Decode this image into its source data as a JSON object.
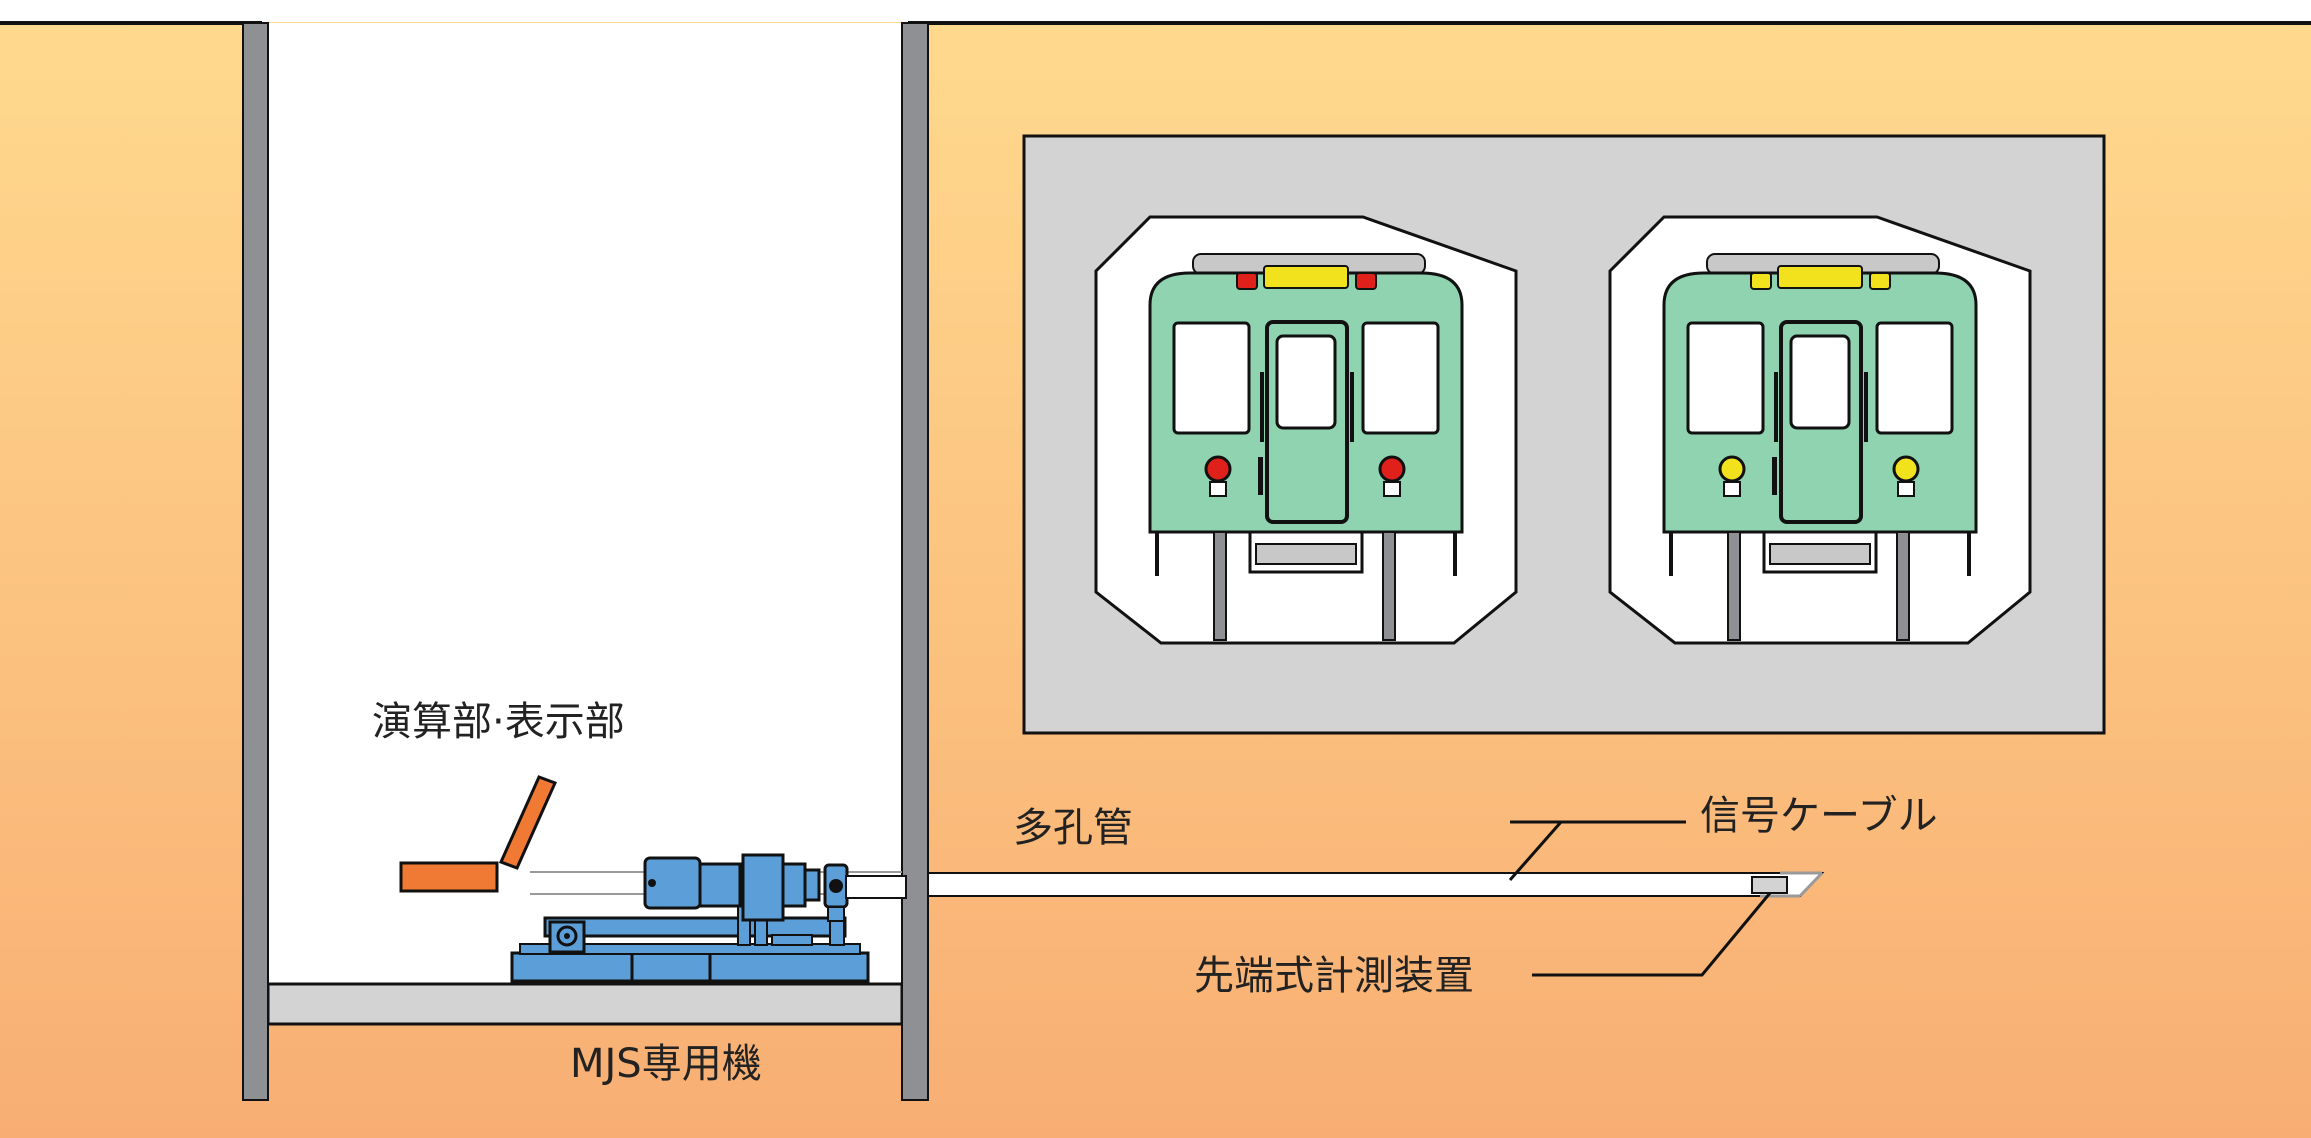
{
  "labels": {
    "control_unit": "演算部·表示部",
    "multi_hole_pipe": "多孔管",
    "signal_cable": "信号ケーブル",
    "tip_device": "先端式計測装置",
    "machine": "MJS専用機"
  },
  "colors": {
    "soil_top": "#FFD98E",
    "soil_bottom": "#F8AE73",
    "shaft_interior": "#FFFFFF",
    "wall": "#8F9094",
    "slab": "#D3D3D3",
    "tunnel_box": "#D3D3D3",
    "train_body": "#8FD3B0",
    "machine_blue": "#5C9FD8",
    "control_orange": "#F07A33",
    "red_lamp": "#E0201A",
    "yellow_lamp": "#F2E21E",
    "destination_sign": "#F2E21E"
  },
  "trains": [
    {
      "lamp_color": "red"
    },
    {
      "lamp_color": "yellow"
    }
  ]
}
